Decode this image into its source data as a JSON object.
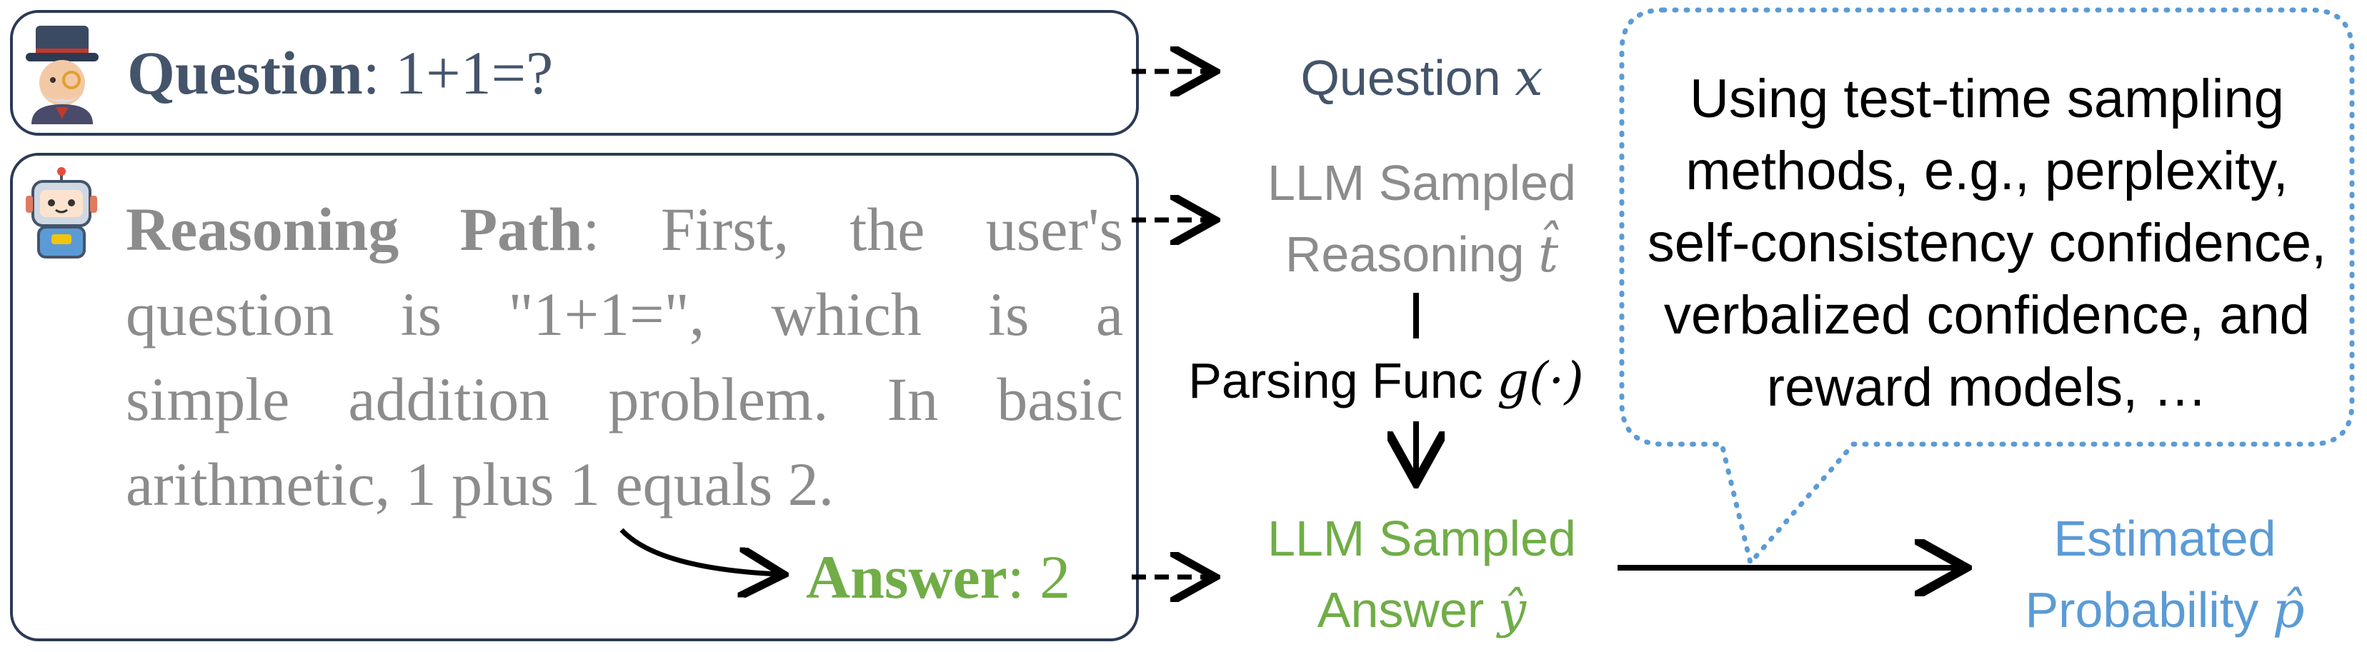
{
  "colors": {
    "dark_blue": "#44546a",
    "gray": "#8c8c8c",
    "green": "#70ad47",
    "light_blue": "#5b9bd5",
    "black": "#000000",
    "box_border": "#2b3a55"
  },
  "question_box": {
    "icon": "detective-icon",
    "label": "Question",
    "separator": ": ",
    "content": "1+1=?"
  },
  "reasoning_box": {
    "icon": "robot-icon",
    "label": "Reasoning Path",
    "separator": ": ",
    "line1_rest": "First, the user's",
    "line2": "question is \"1+1=\", which is a",
    "line3": "simple addition problem. In basic",
    "line4": "arithmetic, 1 plus 1 equals 2.",
    "answer_label": "Answer",
    "answer_separator": ": ",
    "answer_value": "2"
  },
  "flow": {
    "question_node": {
      "text": "Question",
      "symbol": "x"
    },
    "reasoning_node": {
      "line1": "LLM Sampled",
      "line2": "Reasoning",
      "symbol": "t̂"
    },
    "parsing_label": {
      "text": "Parsing Func",
      "symbol": "g(·)"
    },
    "answer_node": {
      "line1": "LLM Sampled",
      "line2": "Answer",
      "symbol": "ŷ"
    },
    "probability_node": {
      "line1": "Estimated",
      "line2": "Probability",
      "symbol": "p̂"
    }
  },
  "callout": {
    "lines": [
      "Using test-time sampling",
      "methods, e.g., perplexity,",
      "self-consistency confidence,",
      "verbalized confidence, and",
      "reward models, …"
    ]
  }
}
